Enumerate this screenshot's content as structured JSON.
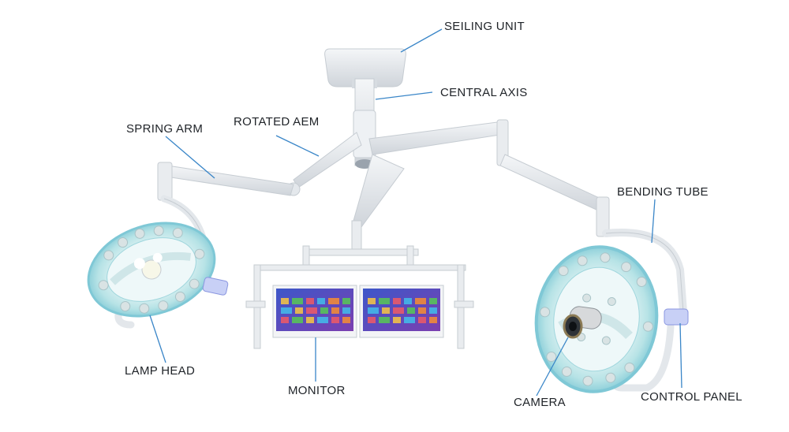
{
  "labels": {
    "ceiling_unit": "SEILING UNIT",
    "central_axis": "CENTRAL AXIS",
    "rotated_arm": "ROTATED AEM",
    "spring_arm": "SPRING ARM",
    "bending_tube": "BENDING TUBE",
    "lamp_head": "LAMP HEAD",
    "monitor": "MONITOR",
    "camera": "CAMERA",
    "control_panel": "CONTROL PANEL"
  },
  "colors": {
    "leader_line": "#3a86c8",
    "arm": "#e9ecef",
    "arm_shade": "#c9ced4",
    "lamp_ring": "#b7e3e6",
    "lamp_rim": "#7fc8d6",
    "screen": "#5a3aa8",
    "panel": "#9aa7f0"
  }
}
